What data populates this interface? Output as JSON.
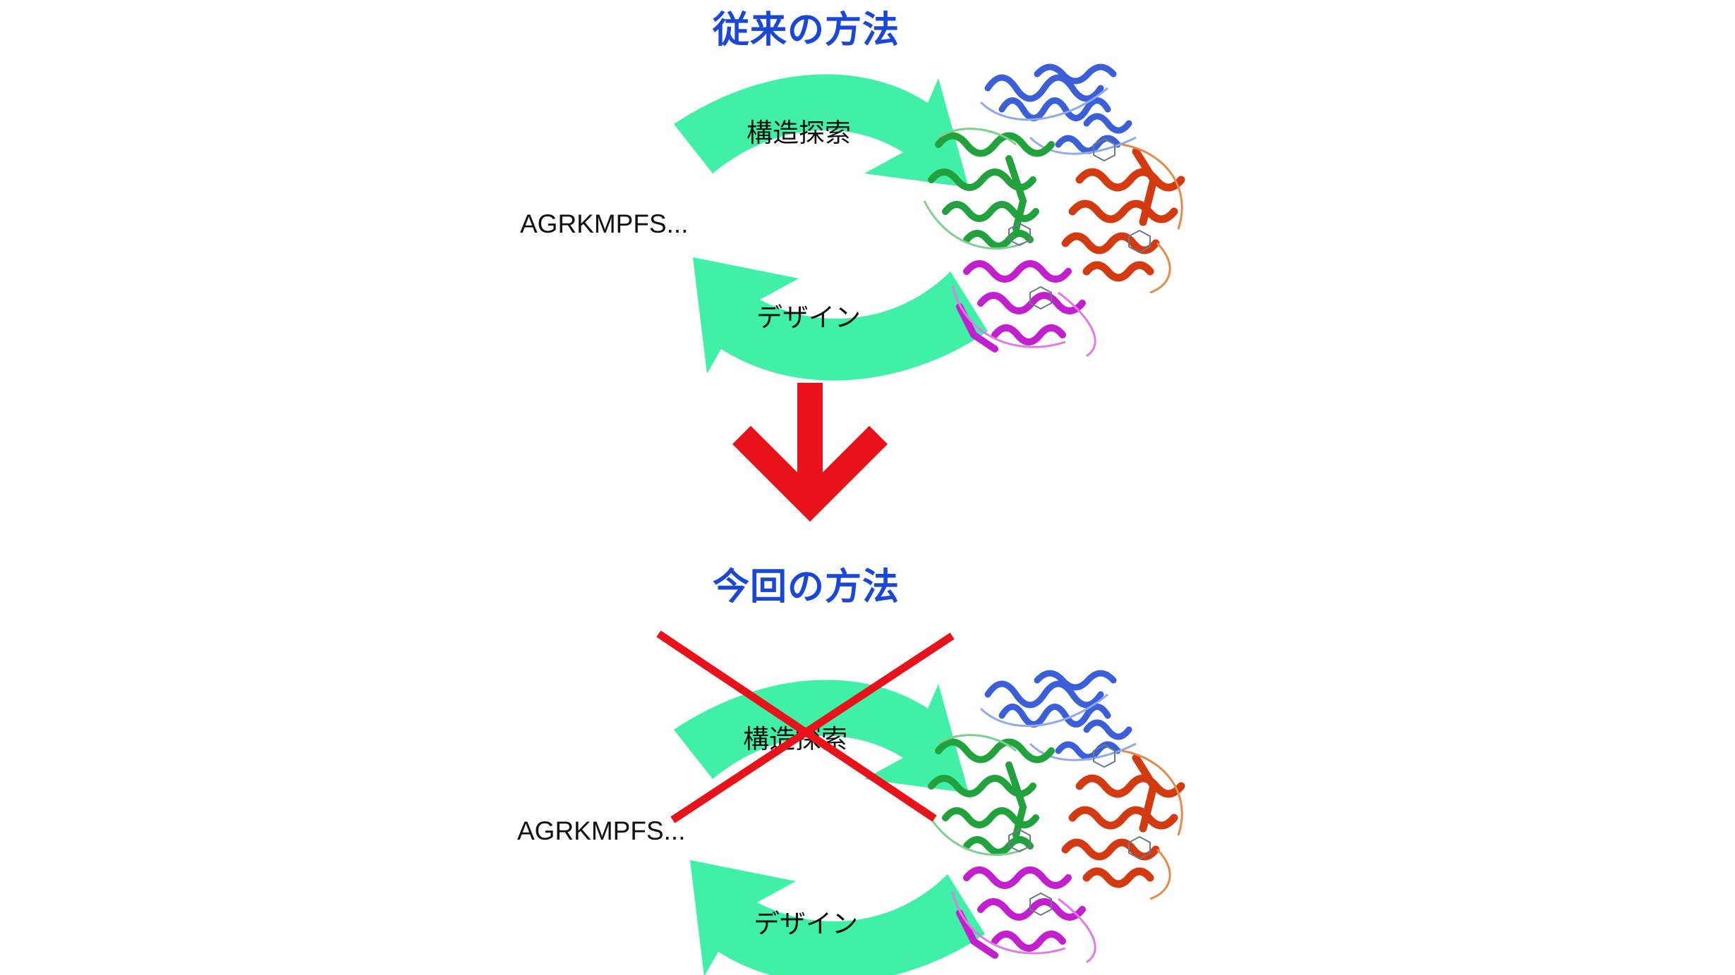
{
  "sections": [
    {
      "title": "従来の方法",
      "sequence": "AGRKMPFS...",
      "forward_label": "構造探索",
      "backward_label": "デザイン",
      "crossed_out": false
    },
    {
      "title": "今回の方法",
      "sequence": "AGRKMPFS...",
      "forward_label": "構造探索",
      "backward_label": "デザイン",
      "crossed_out": true
    }
  ],
  "colors": {
    "title": "#1a47d6",
    "cycle_arrow": "#3ff0a6",
    "transition_arrow": "#e8121a",
    "cross": "#e8121a",
    "protein_chains": [
      "#22a23c",
      "#3a5fd9",
      "#d43a10",
      "#c21fcf"
    ]
  },
  "icons": {
    "protein": "protein-structure-icon",
    "transition": "down-arrow-icon"
  }
}
